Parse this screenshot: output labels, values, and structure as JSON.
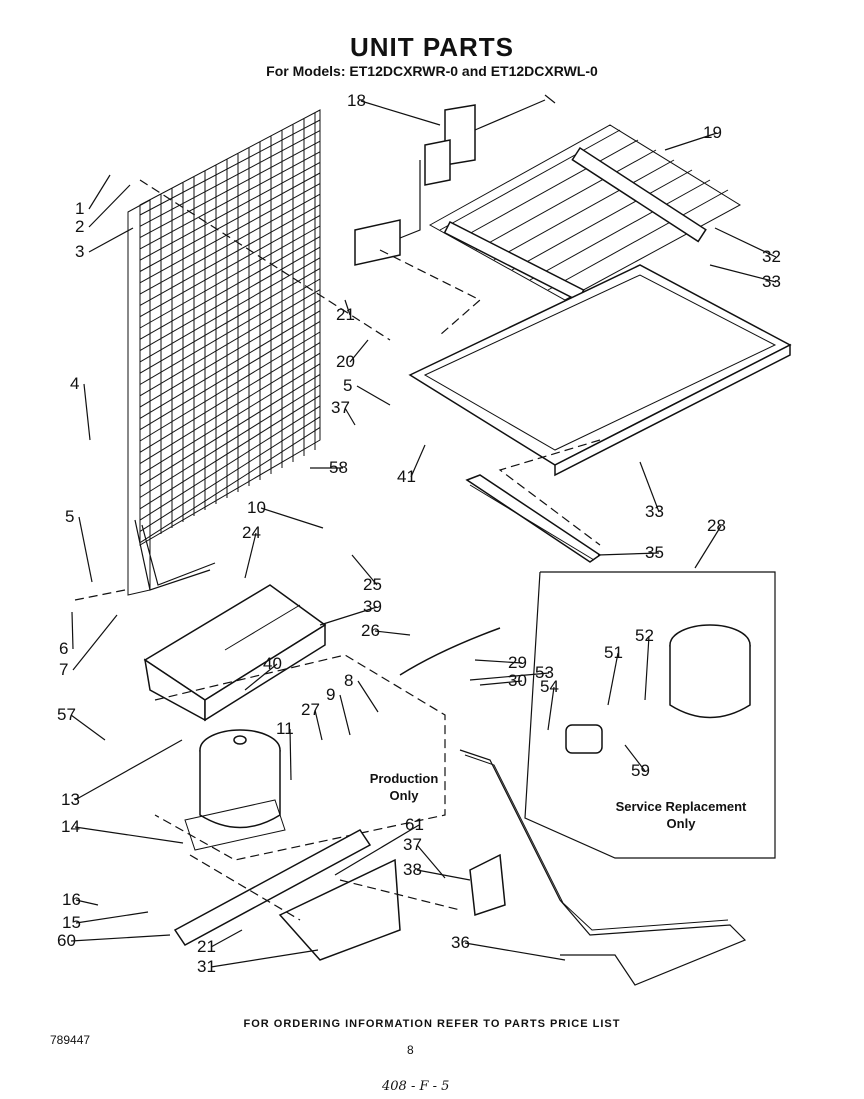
{
  "header": {
    "title": "UNIT PARTS",
    "subtitle": "For Models: ET12DCXRWR-0  and ET12DCXRWL-0"
  },
  "boxes": {
    "production": [
      "Production",
      "Only"
    ],
    "service": [
      "Service Replacement",
      "Only"
    ]
  },
  "footer": {
    "ordering_note": "FOR ORDERING INFORMATION REFER TO PARTS PRICE LIST",
    "document_number": "789447",
    "page_number": "8",
    "handwritten_note": "408 - F - 5"
  },
  "callouts": [
    "18",
    "19",
    "1",
    "2",
    "3",
    "32",
    "33",
    "21",
    "20",
    "4",
    "5",
    "37",
    "41",
    "58",
    "33",
    "10",
    "24",
    "28",
    "35",
    "25",
    "5",
    "39",
    "26",
    "52",
    "51",
    "29",
    "53",
    "6",
    "7",
    "40",
    "30",
    "54",
    "8",
    "57",
    "27",
    "9",
    "11",
    "59",
    "13",
    "14",
    "61",
    "37",
    "38",
    "16",
    "15",
    "60",
    "21",
    "31",
    "36"
  ]
}
